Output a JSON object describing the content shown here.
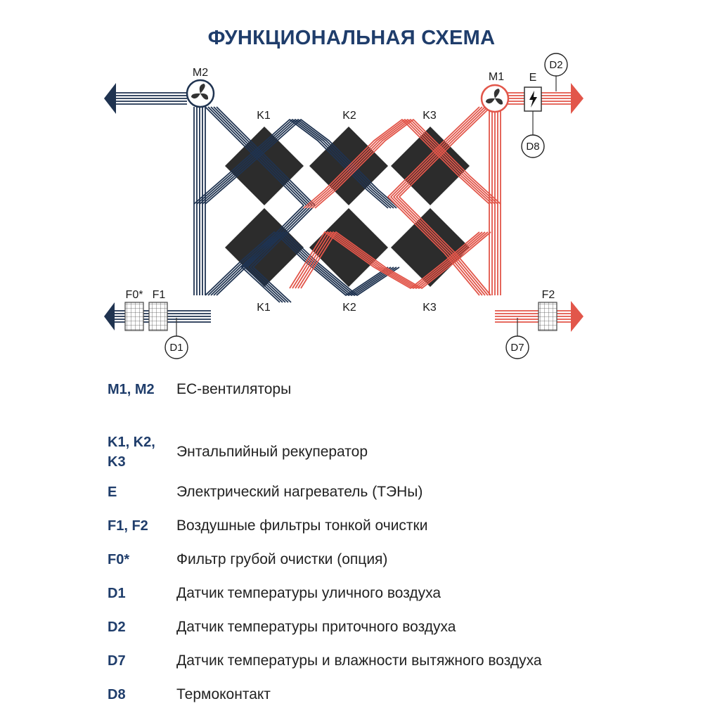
{
  "title": "ФУНКЦИОНАЛЬНАЯ СХЕМА",
  "colors": {
    "exhaust": "#1f3350",
    "supply": "#e2564a",
    "exchanger": "#1a1a1a",
    "accent": "#1f3d6b"
  },
  "diagram": {
    "fan_m2": "M2",
    "fan_m1": "M1",
    "heater": "E",
    "filter_f0": "F0*",
    "filter_f1": "F1",
    "filter_f2": "F2",
    "exchangers_top": [
      "K1",
      "K2",
      "K3"
    ],
    "exchangers_bottom": [
      "K1",
      "K2",
      "K3"
    ],
    "sensor_d1": "D1",
    "sensor_d2": "D2",
    "sensor_d7": "D7",
    "sensor_d8": "D8"
  },
  "legend": [
    {
      "code": "M1, M2",
      "text": "ЕС-вентиляторы"
    },
    {
      "code": "K1, K2, K3",
      "text": "Энтальпийный рекуператор"
    },
    {
      "code": "E",
      "text": "Электрический нагреватель (ТЭНы)"
    },
    {
      "code": "F1, F2",
      "text": "Воздушные фильтры тонкой очистки"
    },
    {
      "code": "F0*",
      "text": "Фильтр грубой очистки (опция)"
    },
    {
      "code": "D1",
      "text": "Датчик температуры уличного воздуха"
    },
    {
      "code": "D2",
      "text": "Датчик температуры приточного воздуха"
    },
    {
      "code": "D7",
      "text": "Датчик температуры и влажности вытяжного воздуха"
    },
    {
      "code": "D8",
      "text": "Термоконтакт"
    }
  ]
}
